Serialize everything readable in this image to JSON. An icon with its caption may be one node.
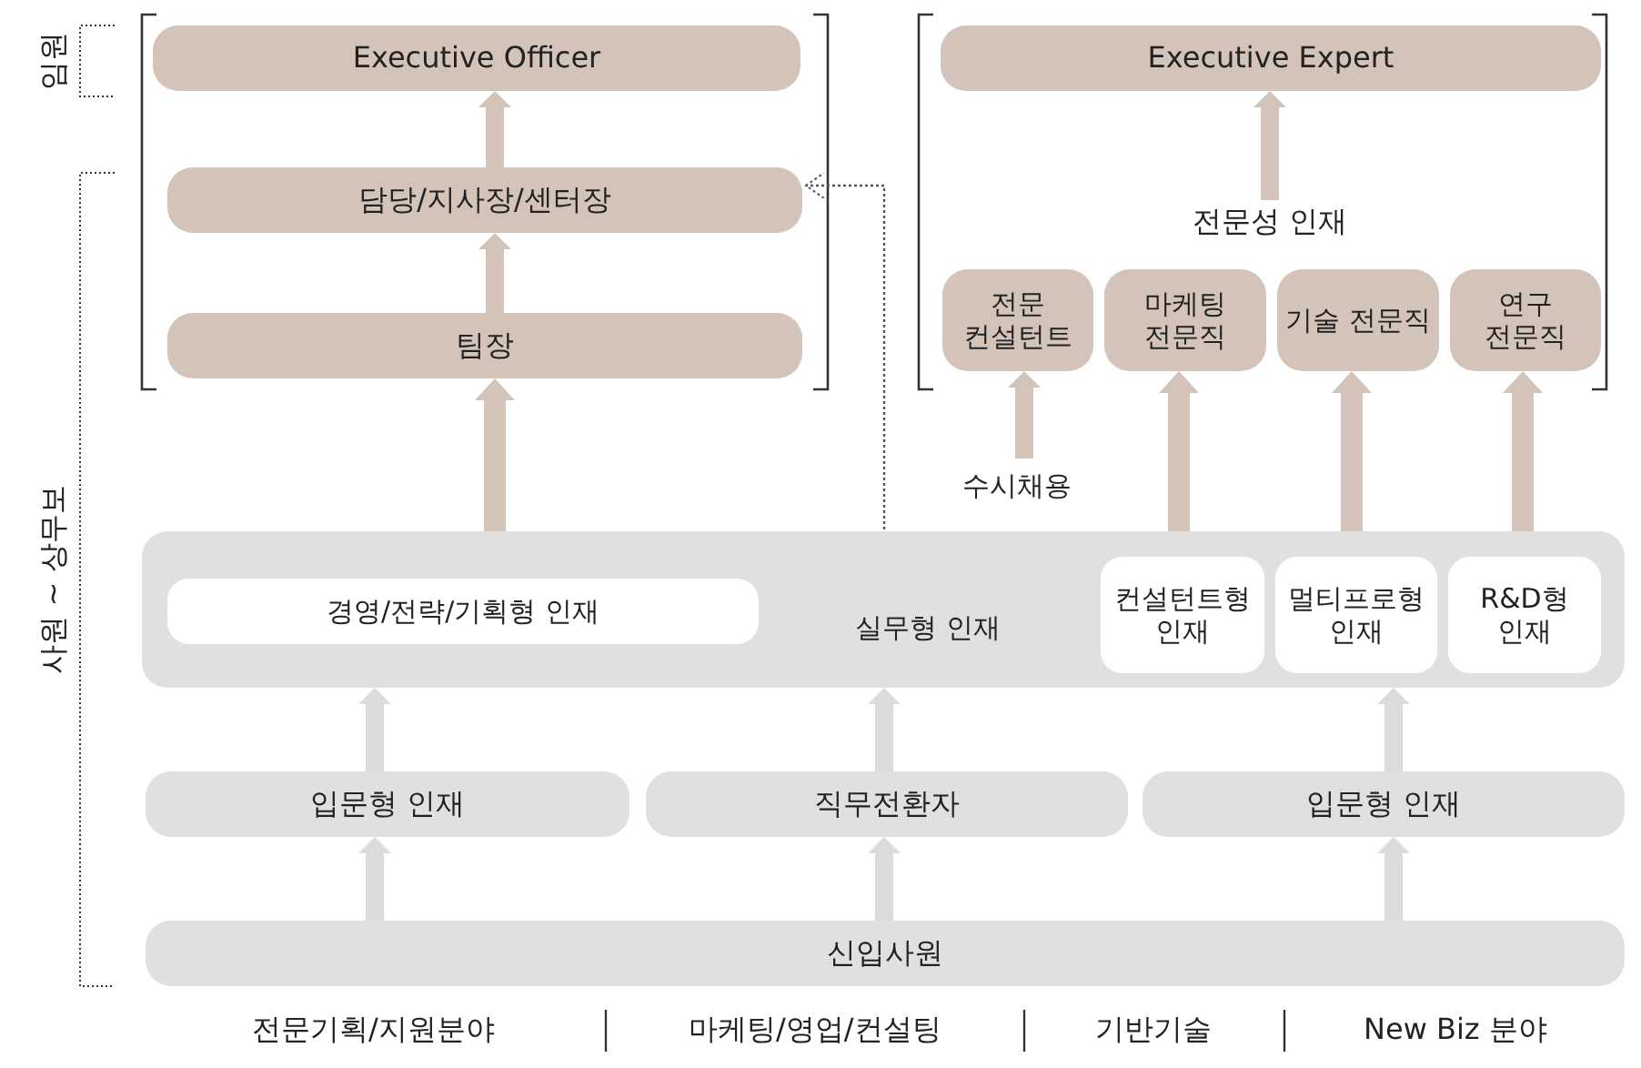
{
  "diagram": {
    "nodes": [
      {
        "text": [
          "Executive Officer"
        ]
      },
      {
        "text": [
          "담당/지사장/센터장"
        ]
      },
      {
        "text": [
          "팀장"
        ]
      },
      {
        "text": [
          "Executive Expert"
        ]
      },
      {
        "text": [
          "전문성 인재"
        ]
      },
      {
        "text": [
          "전문 컨설턴트"
        ]
      },
      {
        "text": [
          "마케팅 전문직"
        ]
      },
      {
        "text": [
          "기술 전문직"
        ]
      },
      {
        "text": [
          "연구 전문직"
        ]
      },
      {
        "text": [
          "실무형 인재"
        ]
      },
      {
        "text": [
          "경영/전략/기획형 인재"
        ],
        "in": 9
      },
      {
        "text": [
          "컨설턴트형 인재"
        ],
        "in": 9
      },
      {
        "text": [
          "멀티프로형 인재"
        ],
        "in": 9
      },
      {
        "text": [
          "R&D형 인재"
        ],
        "in": 9
      },
      {
        "text": [
          "입문형 인재"
        ]
      },
      {
        "text": [
          "직무전환자"
        ]
      },
      {
        "text": [
          "입문형 인재"
        ]
      },
      {
        "text": [
          "신입사원"
        ]
      }
    ],
    "edges": [
      {
        "from": 1,
        "to": 0,
        "arrow": "to"
      },
      {
        "from": 2,
        "to": 1,
        "arrow": "to"
      },
      {
        "from": 9,
        "to": 2,
        "arrow": "to"
      },
      {
        "from": 4,
        "to": 3,
        "arrow": "to"
      },
      {
        "from": null,
        "to": 5,
        "arrow": "to",
        "label": "수시채용"
      },
      {
        "from": 9,
        "to": 6,
        "arrow": "to"
      },
      {
        "from": 9,
        "to": 7,
        "arrow": "to"
      },
      {
        "from": 9,
        "to": 8,
        "arrow": "to"
      },
      {
        "from": 11,
        "to": 1,
        "arrow": "to",
        "style": "dashed",
        "color": "#555555"
      },
      {
        "from": 14,
        "to": 9,
        "arrow": "to"
      },
      {
        "from": 15,
        "to": 9,
        "arrow": "to"
      },
      {
        "from": 16,
        "to": 9,
        "arrow": "to"
      },
      {
        "from": 17,
        "to": 14,
        "arrow": "to"
      },
      {
        "from": 17,
        "to": 15,
        "arrow": "to"
      },
      {
        "from": 17,
        "to": 16,
        "arrow": "to"
      }
    ],
    "labels": [
      "임원",
      "사원 ~ 상무보",
      "전문기획/지원분야",
      "마케팅/영업/컨설팅",
      "기반기술",
      "New Biz 분야"
    ]
  }
}
